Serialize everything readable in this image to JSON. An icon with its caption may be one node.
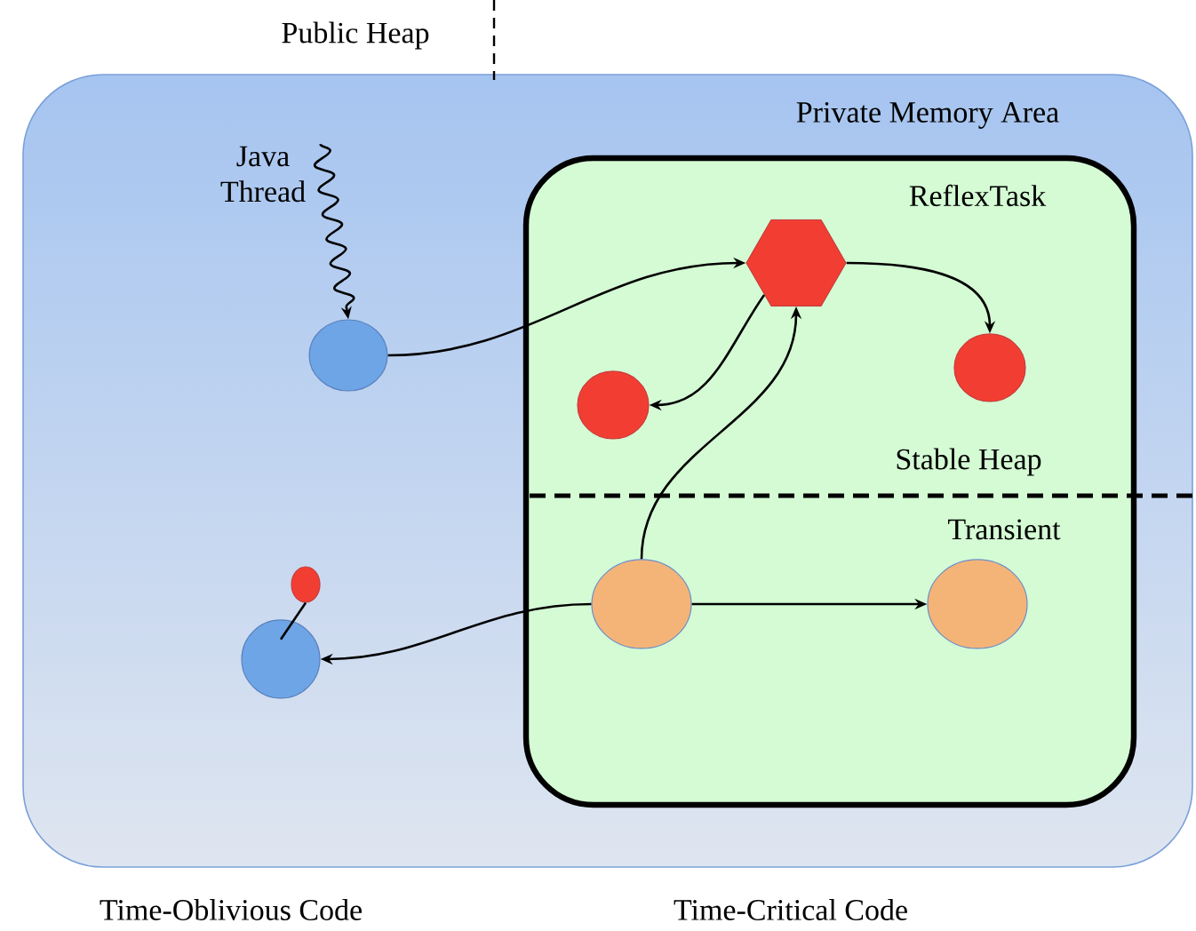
{
  "diagram": {
    "nodes": [
      {
        "text": [
          "Private Memory Area"
        ]
      },
      {
        "text": [
          "ReflexTask"
        ],
        "in": 0
      },
      {
        "text": [
          "Java Thread"
        ],
        "in": 0
      },
      {
        "text": [],
        "shape": "circle",
        "in": 0
      },
      {
        "text": [],
        "shape": "hexagon",
        "in": 1
      },
      {
        "text": [],
        "shape": "circle",
        "in": 1
      },
      {
        "text": [],
        "shape": "circle",
        "in": 1
      },
      {
        "text": [],
        "shape": "circle",
        "in": 1
      },
      {
        "text": [],
        "shape": "circle",
        "in": 1
      },
      {
        "text": [],
        "shape": "circle",
        "in": 0
      },
      {
        "text": [],
        "shape": "circle",
        "in": 0
      }
    ],
    "edges": [
      {
        "from": 2,
        "to": 3,
        "arrow": "to"
      },
      {
        "from": 3,
        "to": 4,
        "arrow": "to"
      },
      {
        "from": 4,
        "to": 5,
        "arrow": "to"
      },
      {
        "from": 4,
        "to": 6,
        "arrow": "to"
      },
      {
        "from": 7,
        "to": 4,
        "arrow": "to"
      },
      {
        "from": 7,
        "to": 8,
        "arrow": "to"
      },
      {
        "from": 7,
        "to": 9,
        "arrow": "to"
      },
      {
        "from": 10,
        "to": 9,
        "arrow": "none"
      }
    ],
    "labels": [
      "Public Heap",
      "Stable Heap",
      "Transient",
      "Time-Oblivious Code",
      "Time-Critical Code"
    ]
  }
}
